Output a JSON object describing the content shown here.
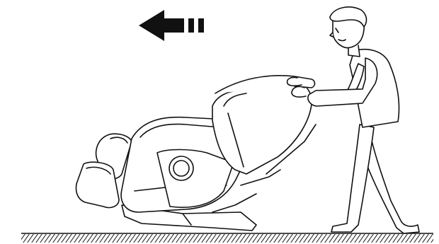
{
  "illustration": {
    "background_color": "#ffffff",
    "line_color": "#111111",
    "arrow": {
      "direction": "left",
      "icon": "arrow-left-icon",
      "trailing_bars": 2
    },
    "scene": {
      "subject": "massage-chair",
      "person": "person-pushing-icon",
      "floor": "hatched-floor"
    }
  }
}
